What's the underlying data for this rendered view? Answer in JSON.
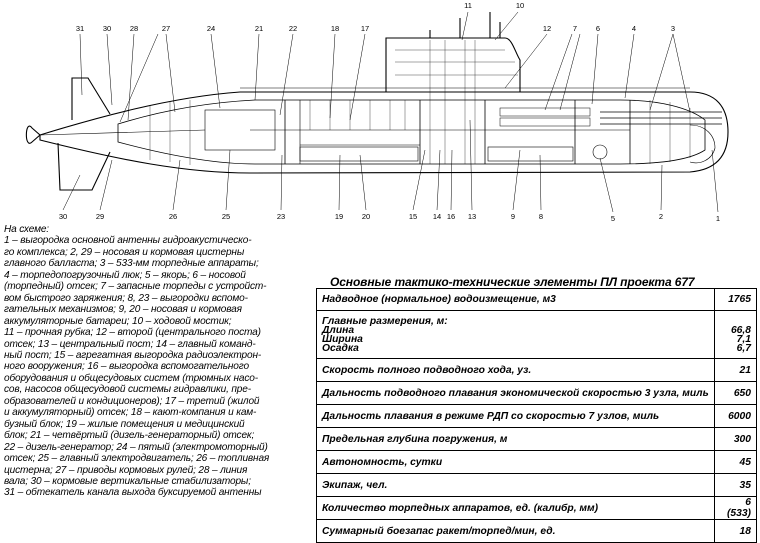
{
  "callouts": {
    "top": [
      "31",
      "30",
      "28",
      "27",
      "24",
      "21",
      "22",
      "18",
      "17",
      "11",
      "10",
      "12",
      "7",
      "6",
      "4",
      "3"
    ],
    "bottom": [
      "30",
      "29",
      "26",
      "25",
      "23",
      "19",
      "20",
      "15",
      "14",
      "16",
      "13",
      "9",
      "8",
      "5",
      "2",
      "1"
    ]
  },
  "caption": {
    "lines": [
      "На схеме:",
      "1 – выгородка основной антенны гидроакустическо-",
      "го комплекса; 2, 29 – носовая и кормовая цистерны",
      "главного балласта; 3 – 533-мм торпедные аппараты;",
      "4 – торпедопогрузочный люк; 5 – якорь; 6 – носовой",
      "(торпедный) отсек; 7 – запасные торпеды с устройст-",
      "вом быстрого заряжения; 8, 23 – выгородки вспомо-",
      "гательных механизмов; 9, 20 – носовая и кормовая",
      "аккумуляторные батареи; 10 – ходовой мостик;",
      "11 – прочная рубка; 12 – второй (центрального поста)",
      "отсек; 13 – центральный пост; 14 – главный команд-",
      "ный пост; 15 – агрегатная выгородка радиоэлектрон-",
      "ного вооружения; 16 – выгородка вспомогательного",
      "оборудования и общесудовых систем (трюмных насо-",
      "сов, насосов общесудовой системы гидравлики, пре-",
      "образователей и кондиционеров); 17 – третий (жилой",
      "и аккумуляторный) отсек; 18 – кают-компания и кам-",
      "бузный блок; 19 – жилые помещения и медицинский",
      "блок; 21 – четвёртый (дизель-генераторный) отсек;",
      "22 – дизель-генератор; 24 – пятый (электромоторный)",
      "отсек; 25 – главный электродвигатель; 26 – топливная",
      "цистерна; 27 – приводы кормовых рулей; 28 – линия",
      "вала; 30 – кормовые вертикальные стабилизаторы;",
      "31 – обтекатель канала выхода буксируемой антенны"
    ]
  },
  "table": {
    "title": "Основные тактико-технические элементы ПЛ проекта 677",
    "rows": [
      {
        "label": "Надводное (нормальное) водоизмещение, м3",
        "value": "1765"
      },
      {
        "header": "Главные размерения, м:",
        "items": [
          {
            "label": "Длина",
            "value": "66,8"
          },
          {
            "label": "Ширина",
            "value": "7,1"
          },
          {
            "label": "Осадка",
            "value": "6,7"
          }
        ]
      },
      {
        "label": "Скорость полного подводного хода, уз.",
        "value": "21"
      },
      {
        "label": "Дальность подводного плавания экономической скоростью 3 узла, миль",
        "value": "650"
      },
      {
        "label": "Дальность плавания в режиме РДП со скоростью 7 узлов, миль",
        "value": "6000"
      },
      {
        "label": "Предельная глубина погружения, м",
        "value": "300"
      },
      {
        "label": "Автономность, сутки",
        "value": "45"
      },
      {
        "label": "Экипаж, чел.",
        "value": "35"
      },
      {
        "label": "Количество торпедных аппаратов, ед. (калибр, мм)",
        "value": "6 (533)"
      },
      {
        "label": "Суммарный боезапас ракет/торпед/мин, ед.",
        "value": "18"
      }
    ]
  }
}
